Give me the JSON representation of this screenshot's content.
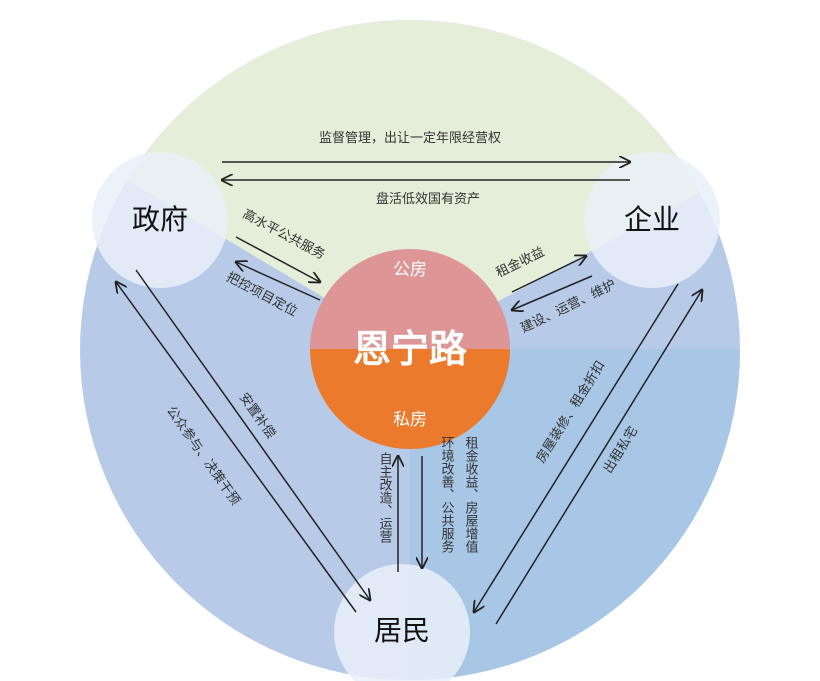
{
  "center": {
    "title": "恩宁路",
    "top_label": "公房",
    "bottom_label": "私房",
    "top_color": "#dd9596",
    "bottom_color": "#ec7a2c"
  },
  "nodes": {
    "government": "政府",
    "enterprise": "企业",
    "residents": "居民"
  },
  "edges": {
    "gov_to_ent": "监督管理，出让一定年限经营权",
    "ent_to_gov": "盘活低效国有资产",
    "gov_public_service": "高水平公共服务",
    "gov_control_positioning": "把控项目定位",
    "ent_rent_income": "租金收益",
    "ent_build_operate": "建设、运营、维护",
    "res_public_participation": "公众参与、决策干预",
    "gov_resettlement": "安置补偿",
    "res_self_renovation": "自主改造、运营",
    "res_rent_benefits": "租金收益、房屋增值",
    "res_environment": "环境改善、公共服务",
    "ent_repair_rent": "房屋装修、租金折扣",
    "res_lease_house": "出租私宅"
  },
  "colors": {
    "sector_top": "#e4eed9",
    "sector_left": "#b7cbe9",
    "sector_right": "#a8c6e6",
    "node_fill": "#e9f0f8"
  }
}
